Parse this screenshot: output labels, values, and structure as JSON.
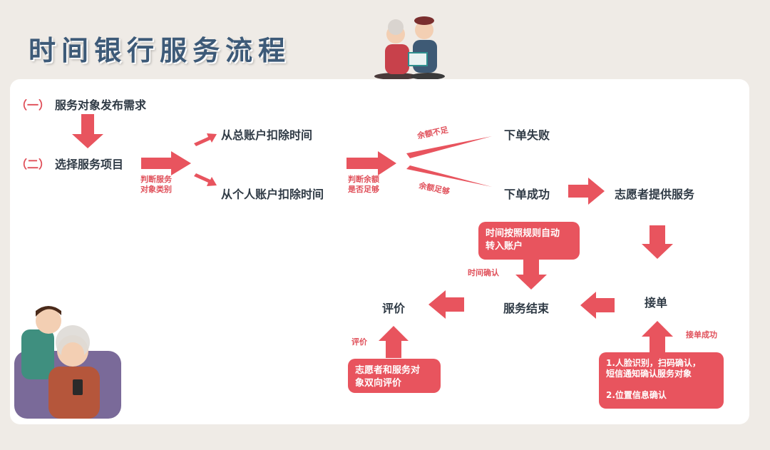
{
  "title": "时间银行服务流程",
  "step1": {
    "prefix": "（一）",
    "label": "服务对象发布需求"
  },
  "step2": {
    "prefix": "（二）",
    "label": "选择服务项目"
  },
  "judge_service": "判断服务\n对象类别",
  "deduct_total": "从总账户扣除时间",
  "deduct_personal": "从个人账户扣除时间",
  "judge_balance": "判断余额\n是否足够",
  "insufficient": "余额不足",
  "sufficient": "余额足够",
  "order_fail": "下单失败",
  "order_success": "下单成功",
  "volunteer_service": "志愿者提供服务",
  "auto_transfer": "时间按照规则自动\n转入账户",
  "time_confirm": "时间确认",
  "evaluate": "评价",
  "service_end": "服务结束",
  "accept_order": "接单",
  "evaluate_small": "评价",
  "two_way_eval": "志愿者和服务对\n象双向评价",
  "accept_success": "接单成功",
  "verify": "1.人脸识别，扫码确认，\n短信通知确认服务对象\n\n2.位置信息确认",
  "colors": {
    "accent": "#e8545e",
    "title": "#3d5a78"
  }
}
